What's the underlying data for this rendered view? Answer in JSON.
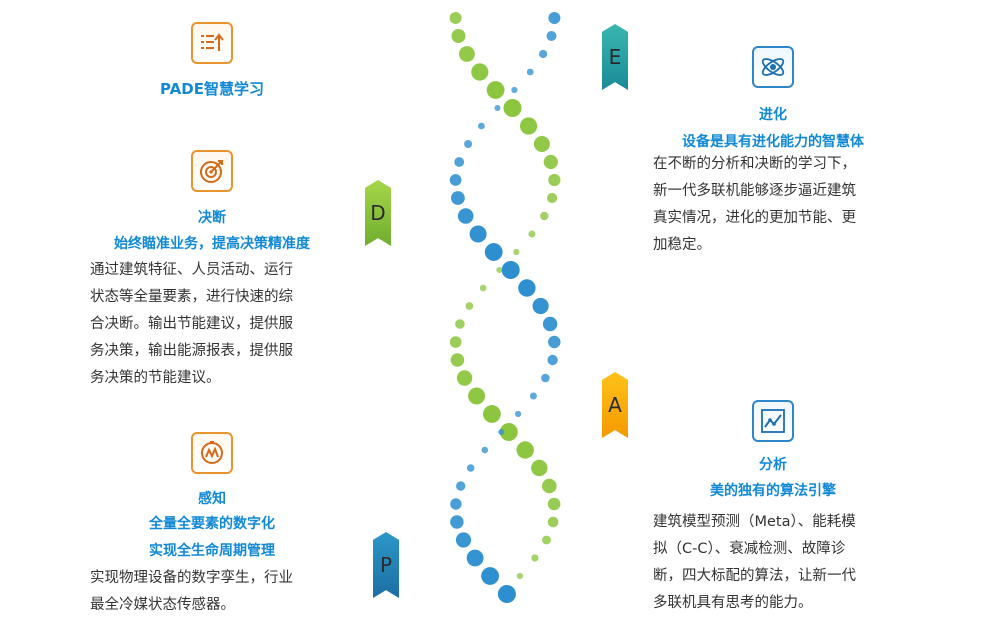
{
  "pade": {
    "title": "PADE智慧学习",
    "icon": "list-upload-icon"
  },
  "decision": {
    "letter": "D",
    "title": "决断",
    "subtitle": "始终瞄准业务，提高决策精准度",
    "lines": [
      "通过建筑特征、人员活动、运行",
      "状态等全量要素，进行快速的综",
      "合决断。输出节能建议，提供服",
      "务决策，输出能源报表，提供服",
      "务决策的节能建议。"
    ],
    "icon": "target-icon"
  },
  "perception": {
    "letter": "P",
    "title": "感知",
    "subtitle1": "全量全要素的数字化",
    "subtitle2": "实现全生命周期管理",
    "lines": [
      "实现物理设备的数字孪生，行业",
      "最全冷媒状态传感器。"
    ],
    "icon": "sensor-chart-icon"
  },
  "evolution": {
    "letter": "E",
    "title": "进化",
    "subtitle": "设备是具有进化能力的智慧体",
    "lines": [
      "在不断的分析和决断的学习下，",
      "新一代多联机能够逐步逼近建筑",
      "真实情况，进化的更加节能、更",
      "加稳定。"
    ],
    "icon": "atom-icon"
  },
  "analysis": {
    "letter": "A",
    "title": "分析",
    "subtitle": "美的独有的算法引擎",
    "lines": [
      "建筑模型预测（Meta）、能耗模",
      "拟（C-C）、衰减检测、故障诊",
      "断，四大标配的算法，让新一代",
      "多联机具有思考的能力。"
    ],
    "icon": "line-chart-icon"
  },
  "colors": {
    "accent_blue": "#1289d6",
    "orange": "#e9952f",
    "green": "#8cc63f",
    "teal": "#1a9aa0",
    "gold": "#f5a800"
  }
}
